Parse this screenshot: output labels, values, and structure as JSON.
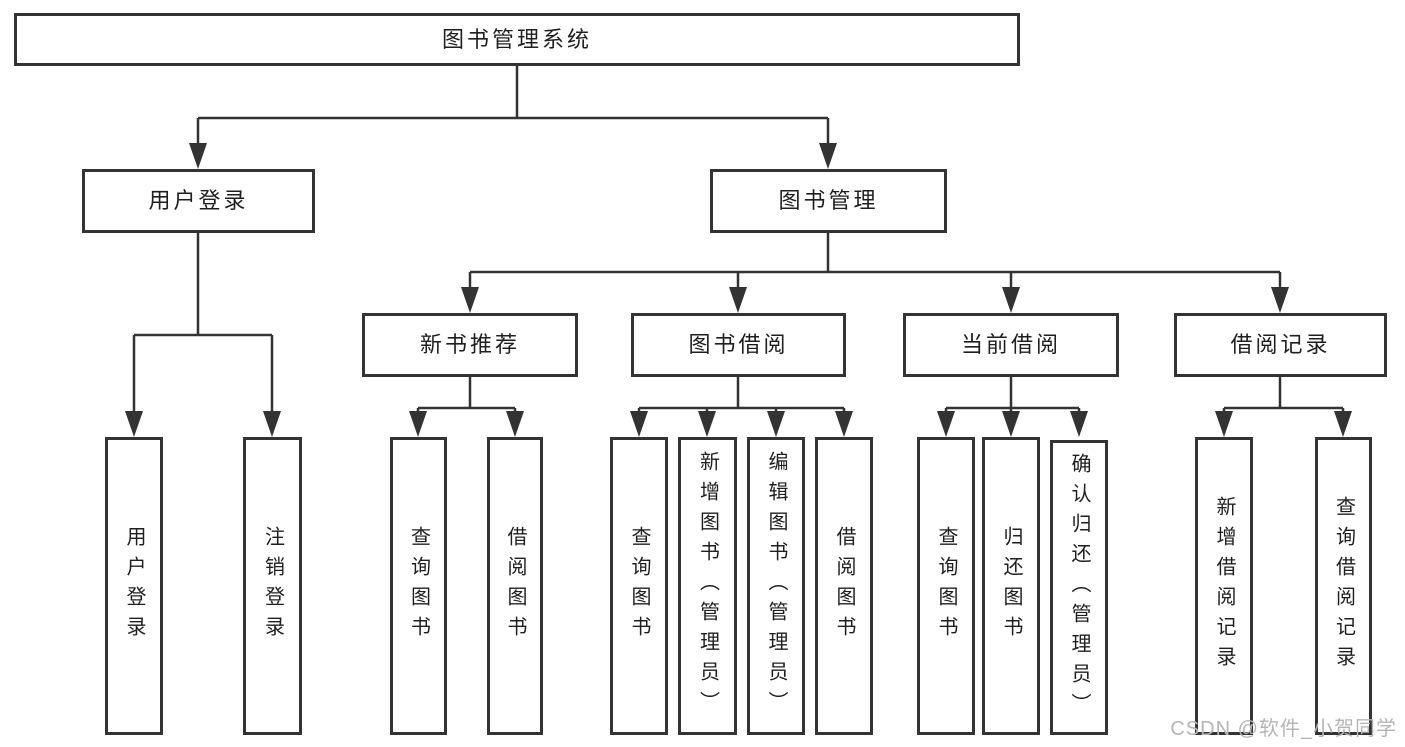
{
  "diagram_type": "hierarchy-tree",
  "colors": {
    "line": "#333333",
    "box_border": "#333333",
    "box_background": "#ffffff",
    "text": "#1f1f1f",
    "watermark": "#b5b5b5"
  },
  "structure": {
    "root": "图书管理系统",
    "branches": [
      {
        "label": "用户登录",
        "children": [
          "用户登录",
          "注销登录"
        ]
      },
      {
        "label": "图书管理",
        "children": [
          {
            "label": "新书推荐",
            "children": [
              "查询图书",
              "借阅图书"
            ]
          },
          {
            "label": "图书借阅",
            "children": [
              "查询图书",
              "新增图书（管理员）",
              "编辑图书（管理员）",
              "借阅图书"
            ]
          },
          {
            "label": "当前借阅",
            "children": [
              "查询图书",
              "归还图书",
              "确认归还（管理员）"
            ]
          },
          {
            "label": "借阅记录",
            "children": [
              "新增借阅记录",
              "查询借阅记录"
            ]
          }
        ]
      }
    ]
  },
  "watermark": "CSDN @软件_小贺同学"
}
